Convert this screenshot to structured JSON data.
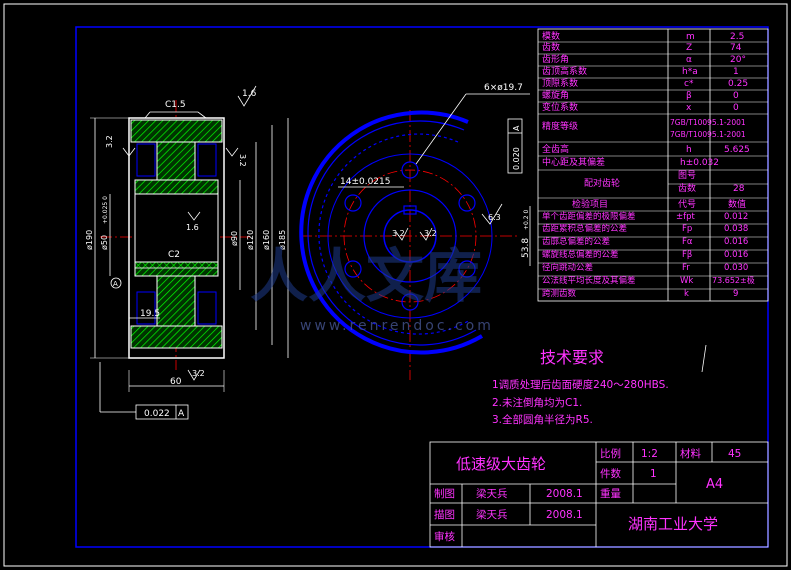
{
  "colors": {
    "background": "#000000",
    "frame": "#0000ff",
    "table_text": "#ff33ff",
    "dim_text": "#ffffff",
    "hatch": "#00ff00",
    "center_line": "#ff0000",
    "accent_cyan": "#00ffff"
  },
  "params": [
    {
      "name": "模数",
      "sym": "m",
      "val": "2.5"
    },
    {
      "name": "齿数",
      "sym": "Z",
      "val": "74"
    },
    {
      "name": "齿形角",
      "sym": "α",
      "val": "20°"
    },
    {
      "name": "齿顶高系数",
      "sym": "h*a",
      "val": "1"
    },
    {
      "name": "顶隙系数",
      "sym": "c*",
      "val": "0.25"
    },
    {
      "name": "螺旋角",
      "sym": "β",
      "val": "0"
    },
    {
      "name": "变位系数",
      "sym": "x",
      "val": "0"
    }
  ],
  "accuracy": {
    "label": "精度等级",
    "val1": "7GB/T10095.1-2001",
    "val2": "7GB/T10095.1-2001"
  },
  "full_depth": {
    "label": "全齿高",
    "sym": "h",
    "val": "5.625"
  },
  "center_distance": {
    "label": "中心距及其偏差",
    "val": "h±0.032"
  },
  "mating": {
    "label": "配对齿轮",
    "r1_label": "图号",
    "r1_val": "",
    "r2_label": "齿数",
    "r2_val": "28"
  },
  "inspection_header": {
    "item": "检验项目",
    "code": "代号",
    "value": "数值"
  },
  "inspection": [
    {
      "name": "单个齿距偏差的极限偏差",
      "sym": "±fpt",
      "val": "0.012"
    },
    {
      "name": "齿距累积总偏差的公差",
      "sym": "Fp",
      "val": "0.038"
    },
    {
      "name": "齿廓总偏差的公差",
      "sym": "Fα",
      "val": "0.016"
    },
    {
      "name": "螺旋线总偏差的公差",
      "sym": "Fβ",
      "val": "0.016"
    },
    {
      "name": "径向跳动公差",
      "sym": "Fr",
      "val": "0.030"
    },
    {
      "name": "公法线平均长度及其偏差",
      "sym": "Wk",
      "val": "73.652±极"
    },
    {
      "name": "跨测齿数",
      "sym": "k",
      "val": "9"
    }
  ],
  "tech_req": {
    "title": "技术要求",
    "items": [
      "1调质处理后齿面硬度240～280HBS.",
      "2.未注倒角均为C1.",
      "3.全部圆角半径为R5."
    ]
  },
  "title_block": {
    "part_name": "低速级大齿轮",
    "scale_label": "比例",
    "scale": "1:2",
    "material_label": "材料",
    "material": "45",
    "qty_label": "件数",
    "qty": "1",
    "weight_label": "重量",
    "sheet": "A4",
    "drawn_label": "制图",
    "drawn_by": "梁天兵",
    "drawn_date": "2008.1",
    "traced_label": "描图",
    "traced_by": "梁天兵",
    "traced_date": "2008.1",
    "review_label": "审核",
    "org": "湖南工业大学"
  },
  "dims": {
    "c15": "C1.5",
    "rough16": "1.6",
    "rough32": "3.2",
    "c2": "C2",
    "d190": "ø190",
    "d50": "ø50",
    "d50_tol": "+0.025 0",
    "d90": "ø90",
    "d120": "ø120",
    "d160": "ø160",
    "d185": "ø185",
    "w195": "19.5",
    "w60": "60",
    "runout": "0.022",
    "datum": "A",
    "holes": "6×ø19.7",
    "par": "0.020",
    "k14": "14±0.0215",
    "k53": "53.8",
    "k53_tol": "+0.2 0",
    "r63": "6.3"
  },
  "watermark": {
    "text": "人人文库",
    "url": "www.renrendoc.com"
  }
}
